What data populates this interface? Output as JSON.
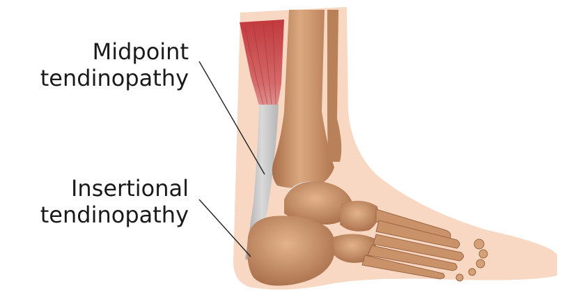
{
  "labels": {
    "midpoint": {
      "line1": "Midpoint",
      "line2": "tendinopathy"
    },
    "insertional": {
      "line1": "Insertional",
      "line2": "tendinopathy"
    }
  },
  "colors": {
    "skin": "#f9d9c4",
    "skin_edge": "#f1c4a8",
    "bone": "#c99268",
    "bone_dark": "#9c6643",
    "bone_light": "#e1b58f",
    "muscle": "#c94b4b",
    "tendon": "#b9b9b9",
    "cartilage": "#dfe6ee",
    "leader_line": "#222222"
  }
}
